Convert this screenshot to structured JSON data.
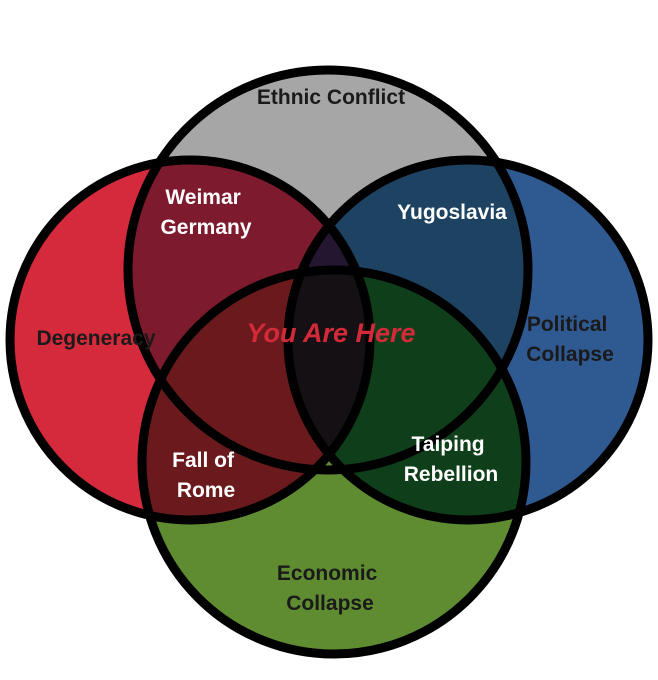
{
  "sets": {
    "top": {
      "label": "Ethnic Conflict",
      "color": "#a6a6a6"
    },
    "left": {
      "label": "Degeneracy",
      "color": "#d42a3c"
    },
    "right": {
      "label": "Political Collapse",
      "lines": [
        "Political",
        "Collapse"
      ],
      "color": "#2f5991"
    },
    "bottom": {
      "label": "Economic Collapse",
      "lines": [
        "Economic",
        "Collapse"
      ],
      "color": "#5f8c31"
    }
  },
  "intersections": {
    "top_left": {
      "lines": [
        "Weimar",
        "Germany"
      ],
      "color": "#7e1a2d"
    },
    "top_right": {
      "label": "Yugoslavia",
      "color": "#1d4262"
    },
    "left_bottom": {
      "lines": [
        "Fall of",
        "Rome"
      ],
      "color": "#6a1a1c"
    },
    "right_bottom": {
      "lines": [
        "Taiping",
        "Rebellion"
      ],
      "color": "#0f3f1a"
    },
    "top_left_right": {
      "color": "#241530"
    },
    "left_right": {
      "color": "#3a1420"
    },
    "left_bottom_right": {
      "color": "#1e1014"
    },
    "all": {
      "label": "You Are Here",
      "color": "#141013",
      "text_color": "#d32a3a"
    }
  },
  "outline_color": "#000000"
}
